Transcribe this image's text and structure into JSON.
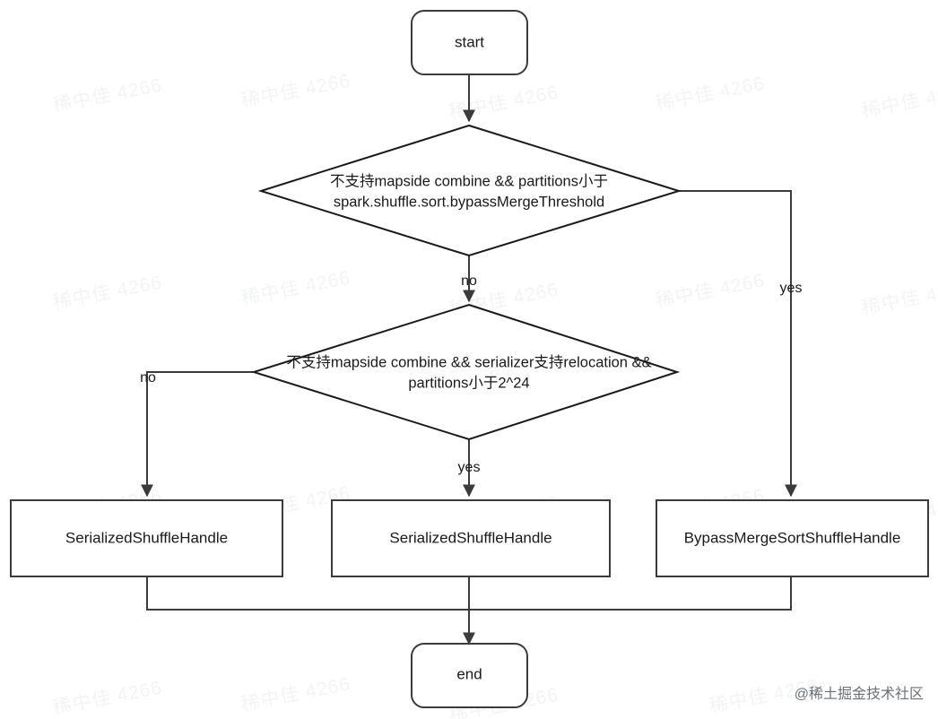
{
  "diagram": {
    "title": "Spark ShuffleHandle selection flowchart",
    "nodes": {
      "start": {
        "label": "start",
        "shape": "rounded-rectangle"
      },
      "decision1": {
        "line1": "不支持mapside combine &&  partitions小于",
        "line2": "spark.shuffle.sort.bypassMergeThreshold",
        "shape": "diamond"
      },
      "decision2": {
        "line1": "不支持mapside combine &&  serializer支持relocation &&",
        "line2": "partitions小于2^24",
        "shape": "diamond"
      },
      "result_left": {
        "label": "SerializedShuffleHandle",
        "shape": "rectangle"
      },
      "result_center": {
        "label": "SerializedShuffleHandle",
        "shape": "rectangle"
      },
      "result_right": {
        "label": "BypassMergeSortShuffleHandle",
        "shape": "rectangle"
      },
      "end": {
        "label": "end",
        "shape": "rounded-rectangle"
      }
    },
    "edge_labels": {
      "d1_no": "no",
      "d1_yes": "yes",
      "d2_no": "no",
      "d2_yes": "yes"
    },
    "colors": {
      "stroke": "#3b3b3b",
      "text": "#1a1a1a",
      "background": "#ffffff",
      "watermark": "#f2f4f5",
      "credit": "#6b7177"
    }
  },
  "watermark": {
    "text": "稀中佳 4266",
    "credit": "@稀土掘金技术社区"
  }
}
